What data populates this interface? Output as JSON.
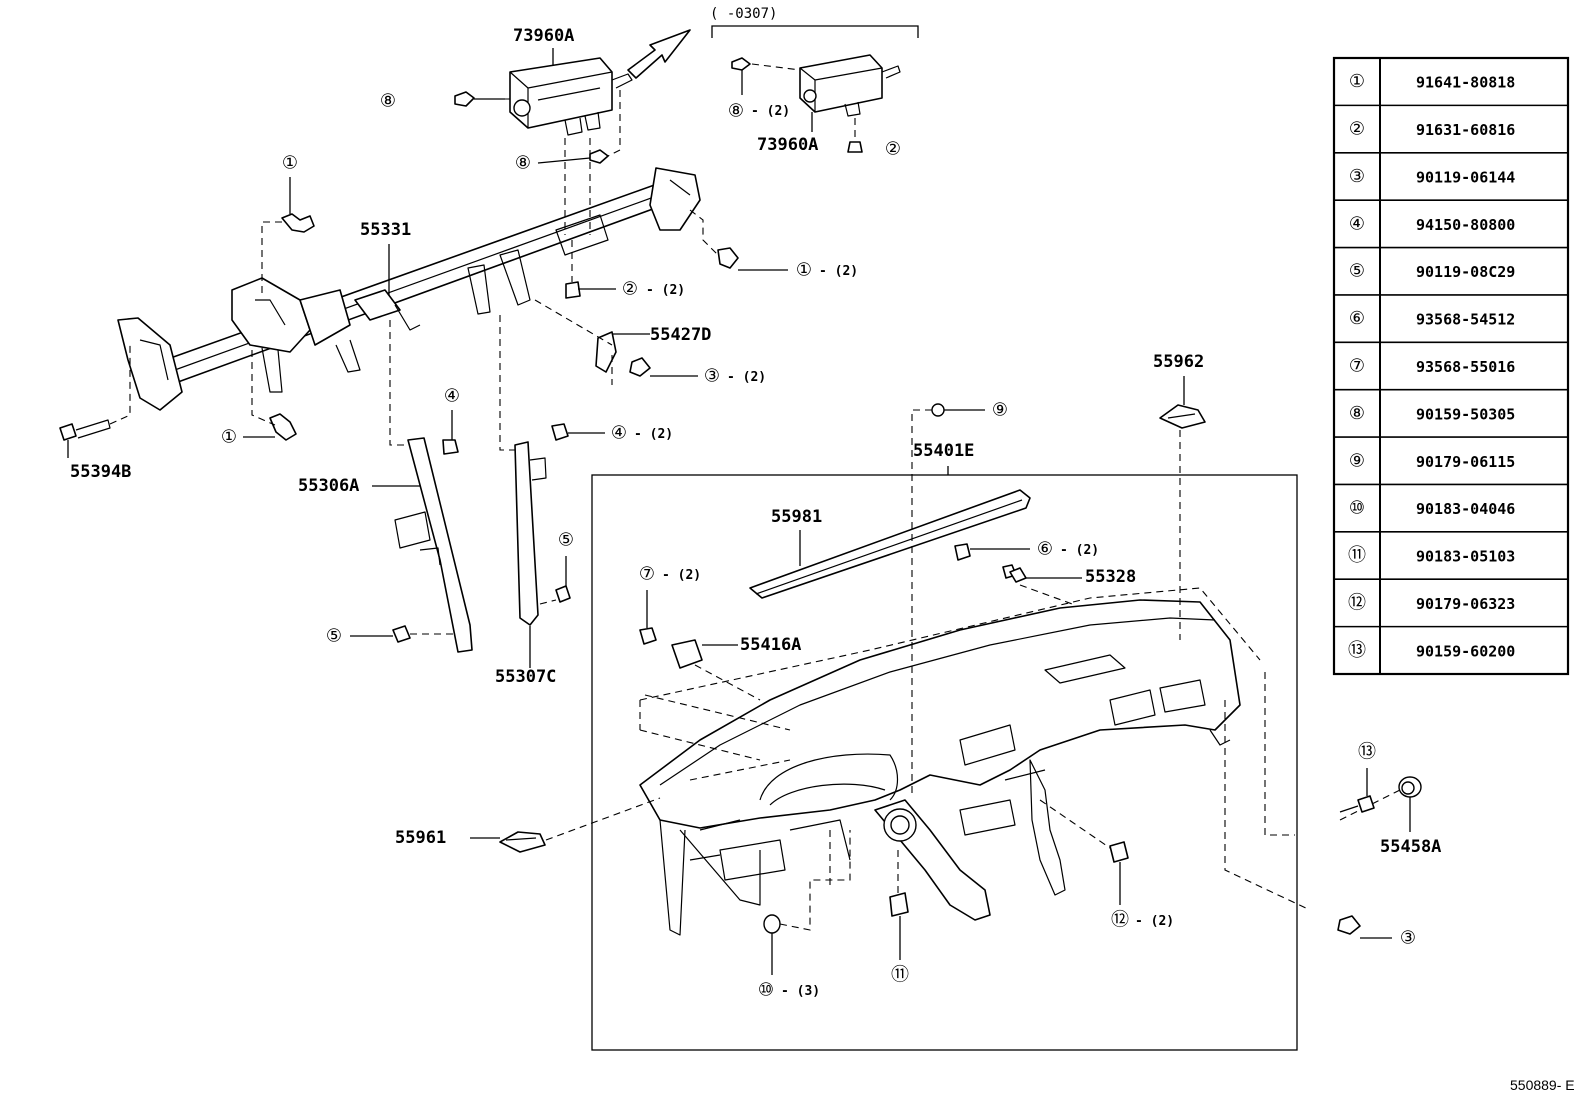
{
  "parts": {
    "p73960A_top": "73960A",
    "p73960A_var": "73960A",
    "p55331": "55331",
    "p55427D": "55427D",
    "p55394B": "55394B",
    "p55306A": "55306A",
    "p55307C": "55307C",
    "p55962": "55962",
    "p55401E": "55401E",
    "p55981": "55981",
    "p55328": "55328",
    "p55416A": "55416A",
    "p55961": "55961",
    "p55458A": "55458A"
  },
  "variant_label": "( -0307)",
  "callouts": {
    "c1a": "①",
    "c1b": "①",
    "c1c": "①",
    "c2a": "②",
    "c2b": "②",
    "c3a": "③",
    "c3b": "③",
    "c4a": "④",
    "c4b": "④",
    "c5a": "⑤",
    "c5b": "⑤",
    "c6": "⑥",
    "c7": "⑦",
    "c8a": "⑧",
    "c8b": "⑧",
    "c8c": "⑧",
    "c9": "⑨",
    "c10": "⑩",
    "c11": "⑪",
    "c12": "⑫",
    "c13": "⑬"
  },
  "quantities": {
    "q1c": "- (2)",
    "q2b": "- (2)",
    "q3a": "- (2)",
    "q4b": "- (2)",
    "q6": "- (2)",
    "q7": "- (2)",
    "q8c": "- (2)",
    "q10": "- (3)",
    "q12": "- (2)"
  },
  "parts_table": {
    "rows": [
      {
        "no": "①",
        "part": "91641-80818"
      },
      {
        "no": "②",
        "part": "91631-60816"
      },
      {
        "no": "③",
        "part": "90119-06144"
      },
      {
        "no": "④",
        "part": "94150-80800"
      },
      {
        "no": "⑤",
        "part": "90119-08C29"
      },
      {
        "no": "⑥",
        "part": "93568-54512"
      },
      {
        "no": "⑦",
        "part": "93568-55016"
      },
      {
        "no": "⑧",
        "part": "90159-50305"
      },
      {
        "no": "⑨",
        "part": "90179-06115"
      },
      {
        "no": "⑩",
        "part": "90183-04046"
      },
      {
        "no": "⑪",
        "part": "90183-05103"
      },
      {
        "no": "⑫",
        "part": "90179-06323"
      },
      {
        "no": "⑬",
        "part": "90159-60200"
      }
    ]
  },
  "figure_ref": "550889- E"
}
